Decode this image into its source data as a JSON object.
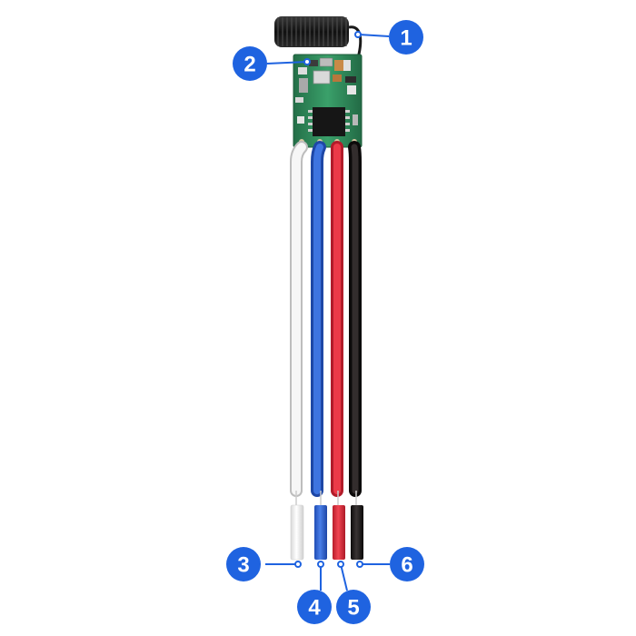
{
  "callouts": [
    {
      "number": "1"
    },
    {
      "number": "2"
    },
    {
      "number": "3"
    },
    {
      "number": "4"
    },
    {
      "number": "5"
    },
    {
      "number": "6"
    }
  ],
  "colors": {
    "callout": "#1f63e0",
    "pcb": "#2f8d5c",
    "antenna": "#1b1b1b",
    "wire_white": "#f2f2f2",
    "wire_blue": "#2f63d6",
    "wire_red": "#df2b3a",
    "wire_black": "#1d1a1a",
    "chip": "#161616"
  }
}
